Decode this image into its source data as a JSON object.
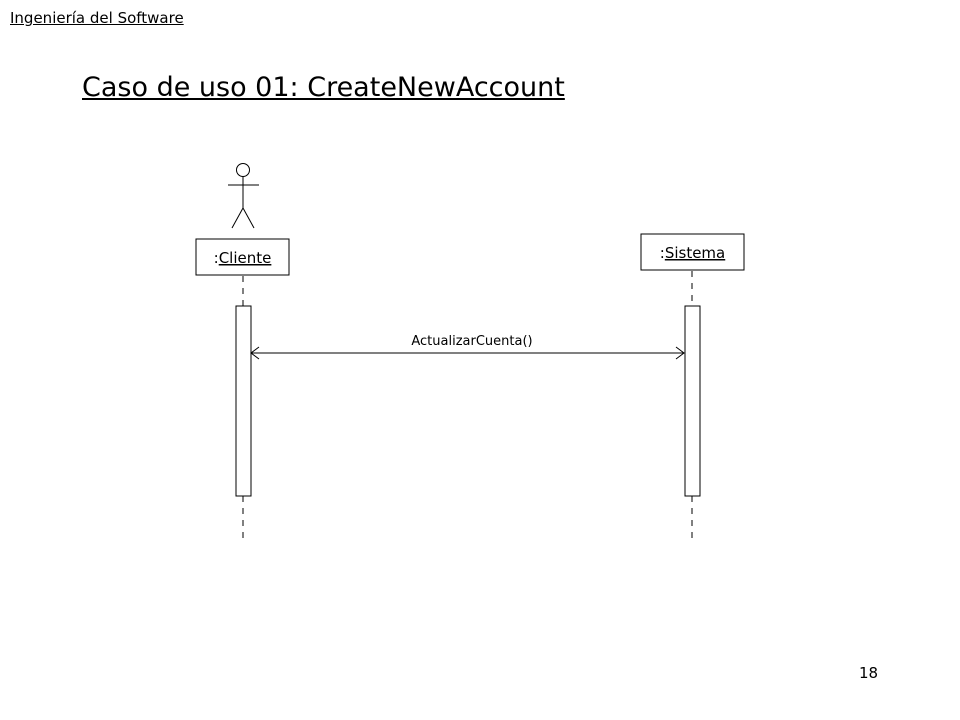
{
  "header": {
    "course": "Ingeniería del Software"
  },
  "title": "Caso de uso 01: CreateNewAccount",
  "diagram": {
    "actor": {
      "icon": "stick-figure-icon"
    },
    "objects": [
      {
        "prefix": ":",
        "name": "Cliente"
      },
      {
        "prefix": ":",
        "name": "Sistema"
      }
    ],
    "message": {
      "label": "ActualizarCuenta()",
      "direction": "bidirectional"
    }
  },
  "footer": {
    "page_number": "18"
  }
}
